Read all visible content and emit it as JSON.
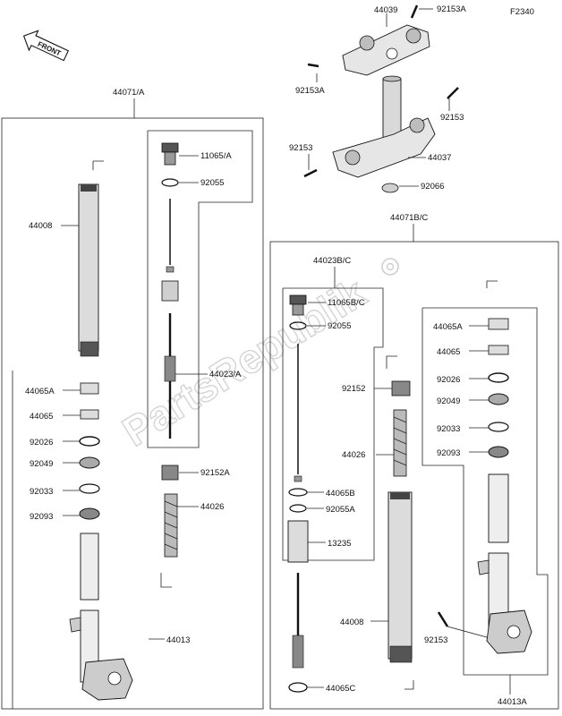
{
  "diagram_code": "F2340",
  "front_arrow": "FRONT",
  "watermark": "PartsRepublik",
  "labels": {
    "p44039": "44039",
    "p92153A_top": "92153A",
    "p92153A_left": "92153A",
    "p92153_right": "92153",
    "p92153_left": "92153",
    "p44037": "44037",
    "p92066": "92066",
    "p44071A": "44071/A",
    "p11065A": "11065/A",
    "p92055_left": "92055",
    "p44008_left": "44008",
    "p44023A": "44023/A",
    "p44065A_left": "44065A",
    "p44065_left": "44065",
    "p92026_left": "92026",
    "p92049_left": "92049",
    "p92033_left": "92033",
    "p92093_left": "92093",
    "p92152A": "92152A",
    "p44026_left": "44026",
    "p44013": "44013",
    "p44071BC": "44071B/C",
    "p44023BC": "44023B/C",
    "p11065BC": "11065B/C",
    "p92055_right": "92055",
    "p92152": "92152",
    "p44026_right": "44026",
    "p44065B": "44065B",
    "p92055A": "92055A",
    "p13235": "13235",
    "p44008_right": "44008",
    "p44065C": "44065C",
    "p44065A_right": "44065A",
    "p44065_right": "44065",
    "p92026_right": "92026",
    "p92049_right": "92049",
    "p92033_right": "92033",
    "p92093_right": "92093",
    "p92153_bottom": "92153",
    "p44013A": "44013A"
  }
}
